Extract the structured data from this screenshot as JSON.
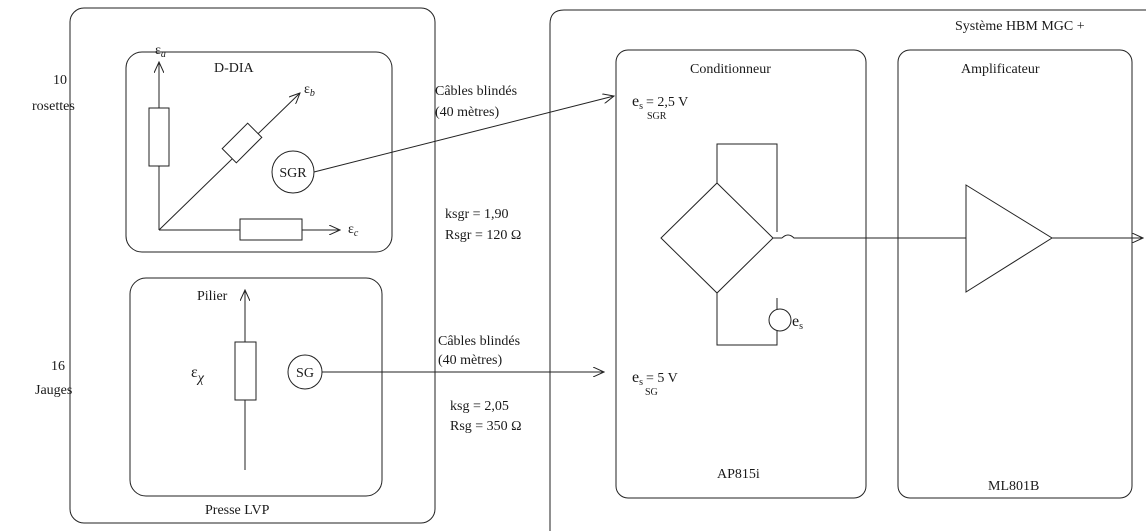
{
  "groups": {
    "rosettes": {
      "count": "10",
      "label": "rosettes"
    },
    "jauges": {
      "count": "16",
      "label": "Jauges"
    }
  },
  "ddia": {
    "title": "D-DIA",
    "eps_a": "ε",
    "eps_a_sub": "a",
    "eps_b": "ε",
    "eps_b_sub": "b",
    "eps_c": "ε",
    "eps_c_sub": "c",
    "sgr": "SGR"
  },
  "presse": {
    "pilier": "Pilier",
    "eps_chi": "ε",
    "eps_chi_sub": "χ",
    "sg": "SG",
    "footer": "Presse  LVP"
  },
  "cables": {
    "top_line1": "Câbles blindés",
    "top_line2": "(40 mètres)",
    "bottom_line1": "Câbles blindés",
    "bottom_line2": "(40 mètres)"
  },
  "params": {
    "ksgr": "ksgr = 1,90",
    "rsgr": "Rsgr = 120 Ω",
    "ksg": "ksg = 2,05",
    "rsg": "Rsg = 350 Ω"
  },
  "system": {
    "title": "Système HBM MGC +",
    "conditionneur": "Conditionneur",
    "es_sgr_e": "e",
    "es_sgr_sub": "s",
    "es_sgr_sub2": "SGR",
    "es_sgr_val": "= 2,5 V",
    "es_sg_e": "e",
    "es_sg_sub": "s",
    "es_sg_sub2": "SG",
    "es_sg_val": "= 5 V",
    "es_node_e": "e",
    "es_node_sub": "s",
    "ap": "AP815i",
    "amplificateur": "Amplificateur",
    "ml": "ML801B"
  }
}
